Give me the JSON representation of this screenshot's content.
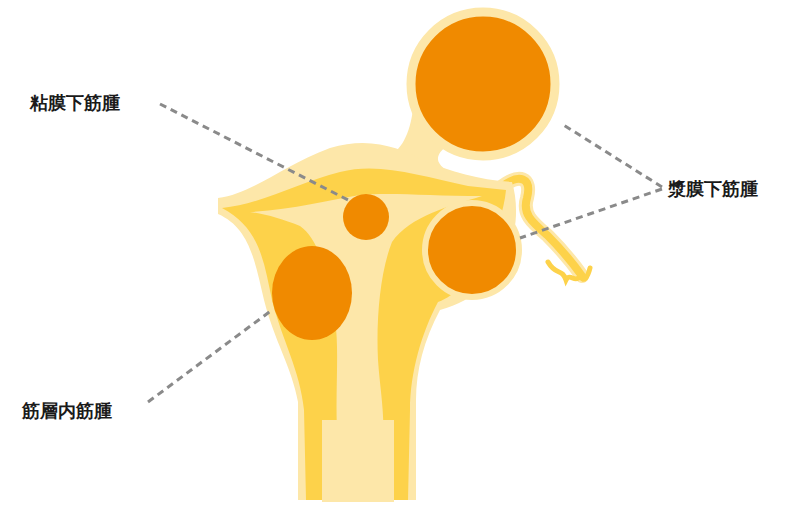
{
  "diagram": {
    "labels": [
      "粘膜下筋腫",
      "漿膜下筋腫",
      "筋層内筋腫"
    ]
  }
}
